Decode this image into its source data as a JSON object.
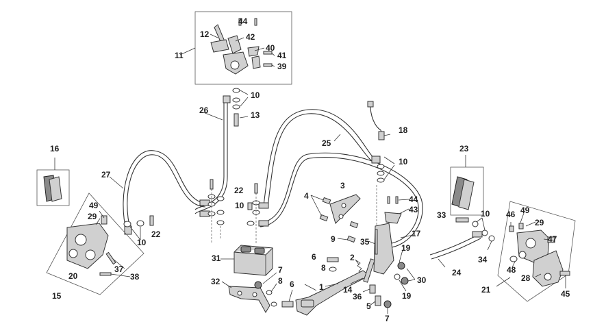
{
  "callouts": {
    "c1": "1",
    "c2": "2",
    "c3": "3",
    "c4": "4",
    "c5": "5",
    "c6a": "6",
    "c6b": "6",
    "c7a": "7",
    "c7b": "7",
    "c8a": "8",
    "c8b": "8",
    "c9": "9",
    "c10a": "10",
    "c10b": "10",
    "c10c": "10",
    "c10d": "10",
    "c10e": "10",
    "c11": "11",
    "c12": "12",
    "c13": "13",
    "c14": "14",
    "c15": "15",
    "c16": "16",
    "c17": "17",
    "c18": "18",
    "c19a": "19",
    "c19b": "19",
    "c20": "20",
    "c21": "21",
    "c22a": "22",
    "c22b": "22",
    "c23": "23",
    "c24": "24",
    "c25": "25",
    "c26": "26",
    "c27": "27",
    "c28": "28",
    "c29a": "29",
    "c29b": "29",
    "c30": "30",
    "c31": "31",
    "c32": "32",
    "c33": "33",
    "c34": "34",
    "c35": "35",
    "c36": "36",
    "c37": "37",
    "c38": "38",
    "c39": "39",
    "c40": "40",
    "c41": "41",
    "c42": "42",
    "c43": "43",
    "c44a": "44",
    "c44b": "44",
    "c45": "45",
    "c46": "46",
    "c47": "47",
    "c48": "48",
    "c49a": "49",
    "c49b": "49"
  }
}
